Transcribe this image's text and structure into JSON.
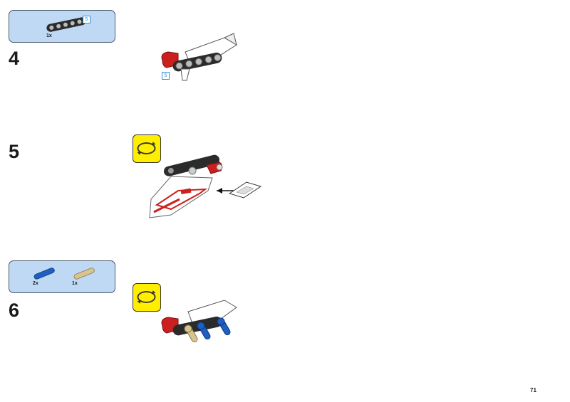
{
  "page_number": "71",
  "steps": [
    {
      "number": "4",
      "parts": [
        {
          "name": "beam-5",
          "quantity": "1x",
          "length_tag": "5",
          "color": "#2b2b2b"
        }
      ],
      "model_length_tag": "5",
      "rotate_model": false
    },
    {
      "number": "5",
      "parts": [],
      "rotate_model": true,
      "sticker": true
    },
    {
      "number": "6",
      "parts": [
        {
          "name": "blue-axle-pin",
          "quantity": "2x",
          "color": "#1f5fbf"
        },
        {
          "name": "tan-axle-pin",
          "quantity": "1x",
          "color": "#d8c48e"
        }
      ],
      "rotate_model": true
    }
  ],
  "colors": {
    "callout_bg": "#bfd9f5",
    "rotate_bg": "#ffee00",
    "red": "#cc1f1f",
    "black": "#2b2b2b",
    "white": "#ffffff",
    "blue": "#1f5fbf",
    "tan": "#d8c48e"
  }
}
